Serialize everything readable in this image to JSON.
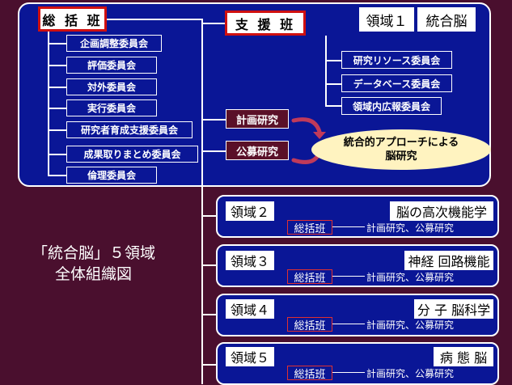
{
  "main": {
    "sokatsu": "総 括 班",
    "shien": "支 援 班",
    "region_label": "領域１",
    "region_name": "統合脳",
    "committees": [
      "企画調整委員会",
      "評価委員会",
      "対外委員会",
      "実行委員会",
      "研究者育成支援委員会",
      "成果取りまとめ委員会",
      "倫理委員会"
    ],
    "support_committees": [
      "研究リソース委員会",
      "データベース委員会",
      "領域内広報委員会"
    ],
    "keikaku": "計画研究",
    "kobo": "公募研究",
    "approach_line1": "統合的アプローチによる",
    "approach_line2": "脳研究"
  },
  "side_title": [
    "「統合脳」５領域",
    "全体組織図"
  ],
  "regions": [
    {
      "label": "領域２",
      "name": "脳の高次機能学",
      "sokatsu": "総括班",
      "research": "計画研究、公募研究"
    },
    {
      "label": "領域３",
      "name": "神経 回路機能",
      "sokatsu": "総括班",
      "research": "計画研究、公募研究"
    },
    {
      "label": "領域４",
      "name": "分 子 脳科学",
      "sokatsu": "総括班",
      "research": "計画研究、公募研究"
    },
    {
      "label": "領域５",
      "name": "病 態 脳",
      "sokatsu": "総括班",
      "research": "計画研究、公募研究"
    }
  ],
  "colors": {
    "background": "#4a0f2e",
    "panel": "#0a1696",
    "accent_red": "#d01010",
    "arrow": "#c03a5a",
    "ellipse": "#fff3c0"
  }
}
